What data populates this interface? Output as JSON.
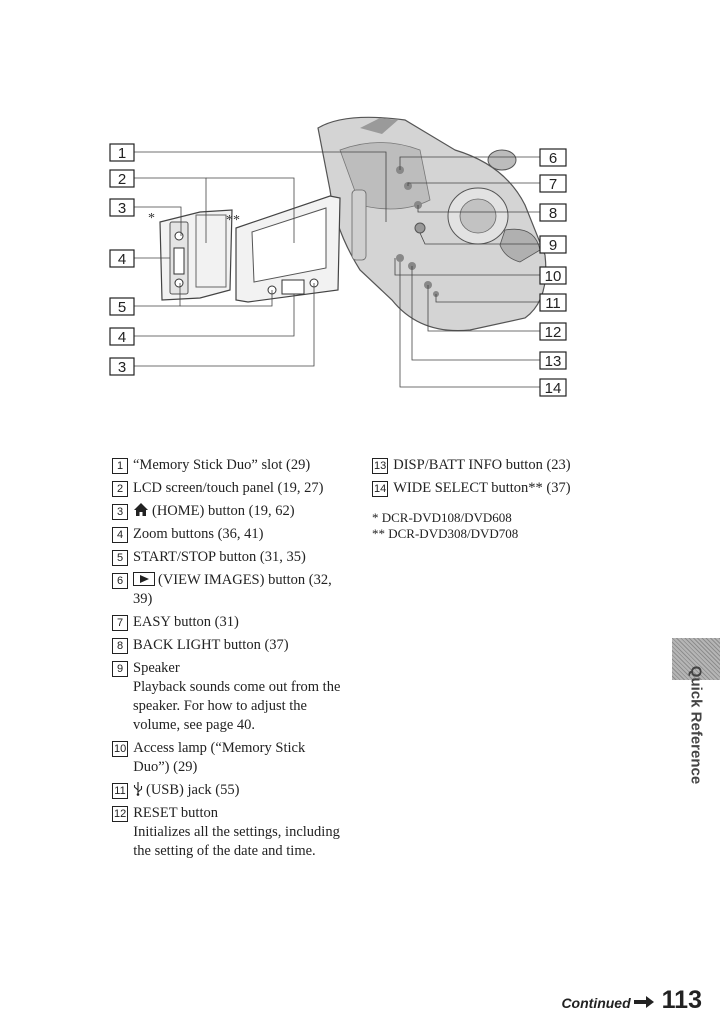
{
  "figure": {
    "callouts": [
      {
        "label": "1"
      },
      {
        "label": "2"
      },
      {
        "label": "3"
      },
      {
        "label": "4"
      },
      {
        "label": "5"
      },
      {
        "label": "4"
      },
      {
        "label": "3"
      },
      {
        "label": "6"
      },
      {
        "label": "7"
      },
      {
        "label": "8"
      },
      {
        "label": "9"
      },
      {
        "label": "10"
      },
      {
        "label": "11"
      },
      {
        "label": "12"
      },
      {
        "label": "13"
      },
      {
        "label": "14"
      }
    ],
    "mark_single": "*",
    "mark_double": "**"
  },
  "items": [
    {
      "num": "1",
      "text": "“Memory Stick Duo” slot (29)"
    },
    {
      "num": "2",
      "text": "LCD screen/touch panel (19, 27)"
    },
    {
      "num": "3",
      "icon": "home-icon",
      "text": "(HOME) button (19, 62)"
    },
    {
      "num": "4",
      "text": "Zoom buttons (36, 41)"
    },
    {
      "num": "5",
      "text": "START/STOP button (31, 35)"
    },
    {
      "num": "6",
      "icon": "view-images-icon",
      "text": "(VIEW IMAGES) button (32, 39)"
    },
    {
      "num": "7",
      "text": "EASY button (31)"
    },
    {
      "num": "8",
      "text": "BACK LIGHT button (37)"
    },
    {
      "num": "9",
      "text": "Speaker",
      "desc": "Playback sounds come out from the speaker. For how to adjust the volume, see page 40."
    },
    {
      "num": "10",
      "text": "Access lamp (“Memory Stick Duo”) (29)"
    },
    {
      "num": "11",
      "icon": "usb-icon",
      "text": "(USB) jack (55)"
    },
    {
      "num": "12",
      "text": "RESET button",
      "desc": "Initializes all the settings, including the setting of the date and time."
    },
    {
      "num": "13",
      "text": "DISP/BATT INFO button (23)"
    },
    {
      "num": "14",
      "text": "WIDE SELECT button** (37)"
    }
  ],
  "footnotes": [
    {
      "text": "*  DCR-DVD108/DVD608"
    },
    {
      "text": "**  DCR-DVD308/DVD708"
    }
  ],
  "side_tab": {
    "text": "Quick Reference"
  },
  "footer": {
    "continued": "Continued",
    "page_number": "113"
  }
}
